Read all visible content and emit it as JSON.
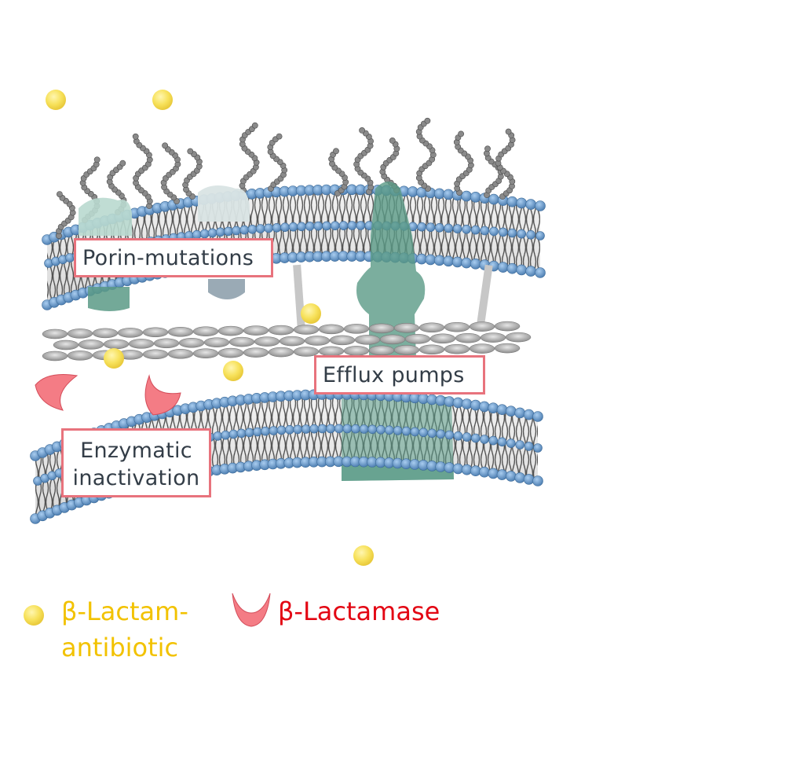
{
  "labels": {
    "porin": "Porin-mutations",
    "efflux": "Efflux pumps",
    "enzymatic_line1": "Enzymatic",
    "enzymatic_line2": "inactivation"
  },
  "legend": {
    "antibiotic_line1": "β-Lactam-",
    "antibiotic_line2": "antibiotic",
    "lactamase": "β-Lactamase"
  },
  "colors": {
    "antibiotic": "#f7e15a",
    "lactamase": "#f47c85",
    "label_border": "#e8737d",
    "head_group": "#6c9ccc",
    "protein": "#5a9a86"
  }
}
